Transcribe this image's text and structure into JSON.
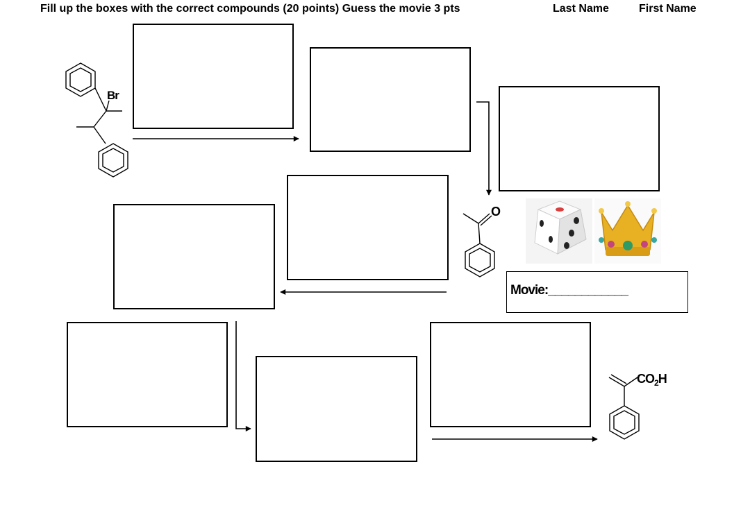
{
  "header": {
    "instructions": "Fill up the boxes with the correct compounds (20 points) Guess the movie 3 pts",
    "last_name_label": "Last Name",
    "first_name_label": "First Name"
  },
  "molecules": {
    "start_substituent": "Br",
    "ketone_oxygen": "O",
    "product_acid": "CO",
    "product_acid_subscript": "2",
    "product_acid_h": "H"
  },
  "movie": {
    "label": "Movie:",
    "blank": "____________"
  },
  "emoji_hint": [
    "dice-icon",
    "crown-icon"
  ],
  "colors": {
    "line": "#000000",
    "crown_gold": "#e8b023",
    "dice_pip": "#222222",
    "dice_red_pip": "#d84040"
  }
}
